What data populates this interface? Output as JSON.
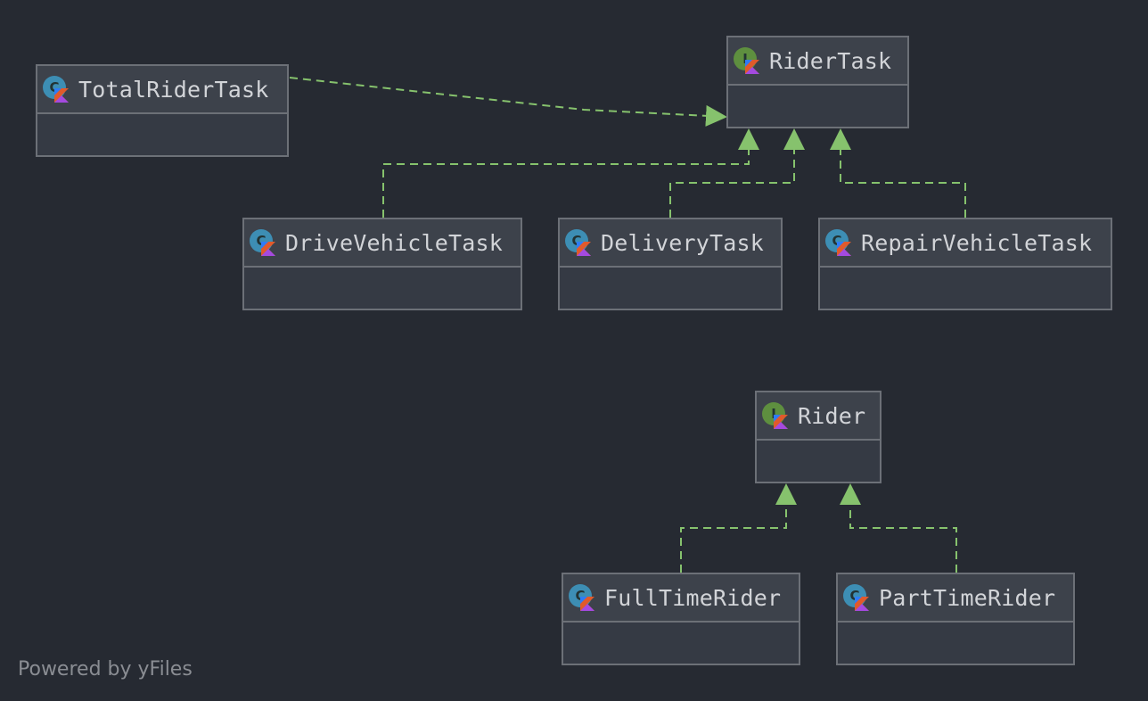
{
  "diagram": {
    "colors": {
      "background": "#262a32",
      "edge": "#86c26d",
      "class_icon": "#3d8eb4",
      "interface_icon": "#5e8f3f"
    },
    "nodes": [
      {
        "id": "total-rider-task",
        "name": "TotalRiderTask",
        "kind": "class",
        "icon": "kotlin-class-icon"
      },
      {
        "id": "rider-task",
        "name": "RiderTask",
        "kind": "interface",
        "icon": "kotlin-interface-icon"
      },
      {
        "id": "drive-vehicle-task",
        "name": "DriveVehicleTask",
        "kind": "class",
        "icon": "kotlin-class-icon"
      },
      {
        "id": "delivery-task",
        "name": "DeliveryTask",
        "kind": "class",
        "icon": "kotlin-class-icon"
      },
      {
        "id": "repair-vehicle-task",
        "name": "RepairVehicleTask",
        "kind": "class",
        "icon": "kotlin-class-icon"
      },
      {
        "id": "rider",
        "name": "Rider",
        "kind": "interface",
        "icon": "kotlin-interface-icon"
      },
      {
        "id": "full-time-rider",
        "name": "FullTimeRider",
        "kind": "class",
        "icon": "kotlin-class-icon"
      },
      {
        "id": "part-time-rider",
        "name": "PartTimeRider",
        "kind": "class",
        "icon": "kotlin-class-icon"
      }
    ],
    "edges": [
      {
        "from": "total-rider-task",
        "to": "rider-task",
        "type": "implements"
      },
      {
        "from": "drive-vehicle-task",
        "to": "rider-task",
        "type": "implements"
      },
      {
        "from": "delivery-task",
        "to": "rider-task",
        "type": "implements"
      },
      {
        "from": "repair-vehicle-task",
        "to": "rider-task",
        "type": "implements"
      },
      {
        "from": "full-time-rider",
        "to": "rider",
        "type": "implements"
      },
      {
        "from": "part-time-rider",
        "to": "rider",
        "type": "implements"
      }
    ],
    "watermark": "Powered by yFiles"
  }
}
